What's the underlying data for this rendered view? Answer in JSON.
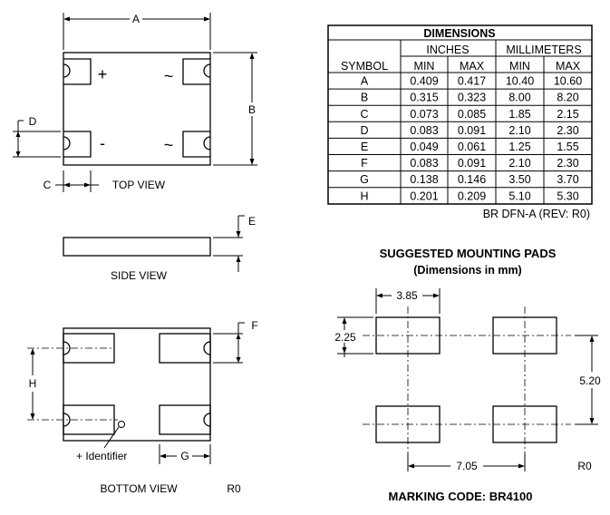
{
  "top_view": {
    "caption": "TOP VIEW",
    "labels": {
      "a": "A",
      "b": "B",
      "c": "C",
      "d": "D"
    },
    "pin_marks": {
      "plus": "+",
      "minus": "-",
      "ac1": "~",
      "ac2": "~"
    }
  },
  "side_view": {
    "caption": "SIDE VIEW",
    "labels": {
      "e": "E"
    }
  },
  "bottom_view": {
    "caption": "BOTTOM VIEW",
    "revision": "R0",
    "identifier": "+ Identifier",
    "labels": {
      "f": "F",
      "g": "G",
      "h": "H"
    }
  },
  "dimensions_table": {
    "title": "DIMENSIONS",
    "group_headers": [
      "INCHES",
      "MILLIMETERS"
    ],
    "symbol_header": "SYMBOL",
    "sub_headers": [
      "MIN",
      "MAX",
      "MIN",
      "MAX"
    ],
    "rows": [
      [
        "A",
        "0.409",
        "0.417",
        "10.40",
        "10.60"
      ],
      [
        "B",
        "0.315",
        "0.323",
        "8.00",
        "8.20"
      ],
      [
        "C",
        "0.073",
        "0.085",
        "1.85",
        "2.15"
      ],
      [
        "D",
        "0.083",
        "0.091",
        "2.10",
        "2.30"
      ],
      [
        "E",
        "0.049",
        "0.061",
        "1.25",
        "1.55"
      ],
      [
        "F",
        "0.083",
        "0.091",
        "2.10",
        "2.30"
      ],
      [
        "G",
        "0.138",
        "0.146",
        "3.50",
        "3.70"
      ],
      [
        "H",
        "0.201",
        "0.209",
        "5.10",
        "5.30"
      ]
    ],
    "footnote": "BR DFN-A (REV: R0)"
  },
  "mounting_pads": {
    "title": "SUGGESTED MOUNTING PADS",
    "subtitle": "(Dimensions in mm)",
    "pad_width": "3.85",
    "pad_height": "2.25",
    "vertical_pitch": "5.20",
    "horizontal_pitch": "7.05",
    "revision": "R0"
  },
  "marking_code": "MARKING CODE: BR4100"
}
